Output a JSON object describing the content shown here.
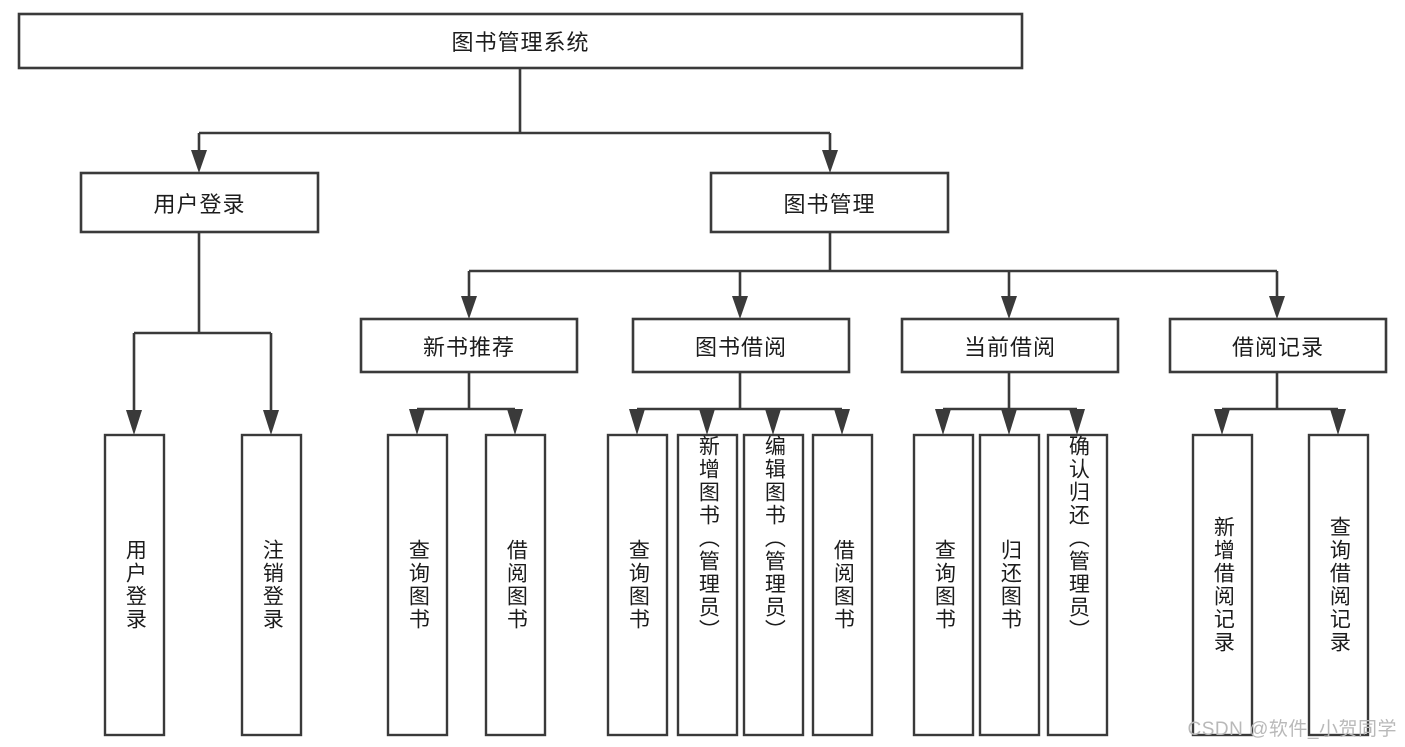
{
  "diagram": {
    "type": "tree-hierarchy-flowchart",
    "title": "图书管理系统",
    "stroke_color": "#3a3a3a",
    "node_fill": "#ffffff",
    "text_color": "#1c1c1c",
    "background": "#ffffff",
    "levels": [
      {
        "level": 0,
        "orientation": "horizontal",
        "nodes": [
          {
            "id": "root",
            "label": "图书管理系统"
          }
        ]
      },
      {
        "level": 1,
        "orientation": "horizontal",
        "nodes": [
          {
            "id": "user-login",
            "label": "用户登录",
            "parent": "root"
          },
          {
            "id": "book-manage",
            "label": "图书管理",
            "parent": "root"
          }
        ]
      },
      {
        "level": 2,
        "orientation": "horizontal",
        "nodes": [
          {
            "id": "new-book-rec",
            "label": "新书推荐",
            "parent": "book-manage"
          },
          {
            "id": "book-borrow",
            "label": "图书借阅",
            "parent": "book-manage"
          },
          {
            "id": "current-borrow",
            "label": "当前借阅",
            "parent": "book-manage"
          },
          {
            "id": "borrow-record",
            "label": "借阅记录",
            "parent": "book-manage"
          }
        ]
      },
      {
        "level": 3,
        "orientation": "vertical",
        "nodes": [
          {
            "id": "leaf-1",
            "label": "用户登录",
            "parent": "user-login"
          },
          {
            "id": "leaf-2",
            "label": "注销登录",
            "parent": "user-login"
          },
          {
            "id": "leaf-3",
            "label": "查询图书",
            "parent": "new-book-rec"
          },
          {
            "id": "leaf-4",
            "label": "借阅图书",
            "parent": "new-book-rec"
          },
          {
            "id": "leaf-5",
            "label": "查询图书",
            "parent": "book-borrow"
          },
          {
            "id": "leaf-6",
            "label": "新增图书（管理员）",
            "parent": "book-borrow"
          },
          {
            "id": "leaf-7",
            "label": "编辑图书（管理员）",
            "parent": "book-borrow"
          },
          {
            "id": "leaf-8",
            "label": "借阅图书",
            "parent": "book-borrow"
          },
          {
            "id": "leaf-9",
            "label": "查询图书",
            "parent": "current-borrow"
          },
          {
            "id": "leaf-10",
            "label": "归还图书",
            "parent": "current-borrow"
          },
          {
            "id": "leaf-11",
            "label": "确认归还（管理员）",
            "parent": "current-borrow"
          },
          {
            "id": "leaf-12",
            "label": "新增借阅记录",
            "parent": "borrow-record"
          },
          {
            "id": "leaf-13",
            "label": "查询借阅记录",
            "parent": "borrow-record"
          }
        ]
      }
    ]
  },
  "watermark": {
    "text": "CSDN @软件_小贺同学"
  }
}
